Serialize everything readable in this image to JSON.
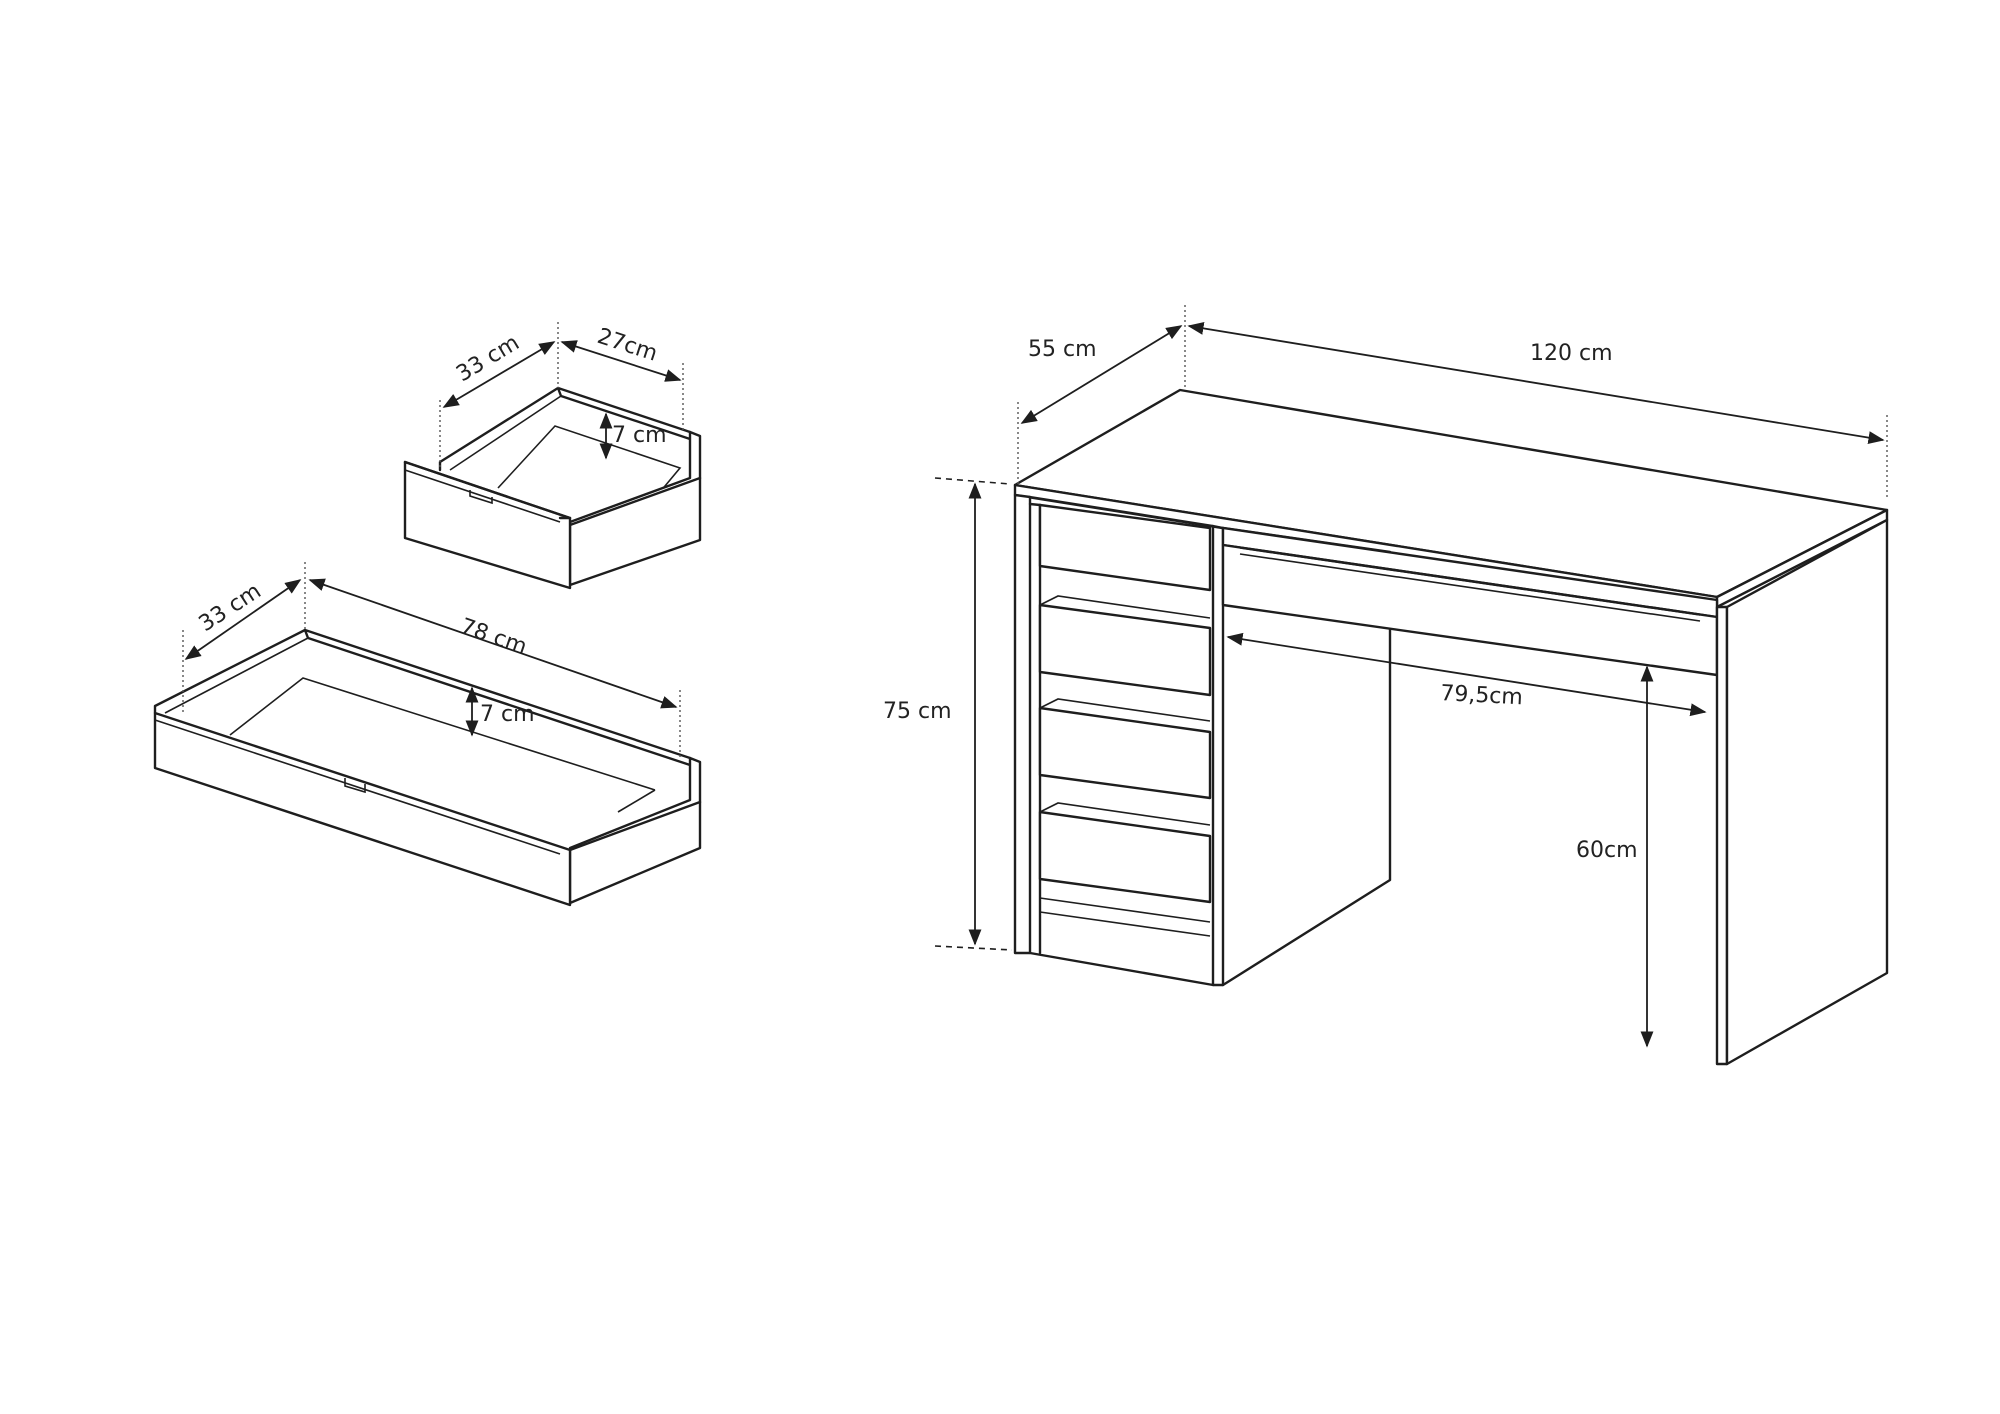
{
  "drawer_small": {
    "depth": "33 cm",
    "width": "27cm",
    "height": "7 cm"
  },
  "drawer_large": {
    "depth": "33 cm",
    "width": "78 cm",
    "height": "7 cm"
  },
  "desk": {
    "depth": "55 cm",
    "width": "120 cm",
    "height": "75 cm",
    "knee_width": "79,5cm",
    "knee_height": "60cm"
  },
  "colors": {
    "line": "#1e1e1e",
    "background": "#ffffff"
  }
}
